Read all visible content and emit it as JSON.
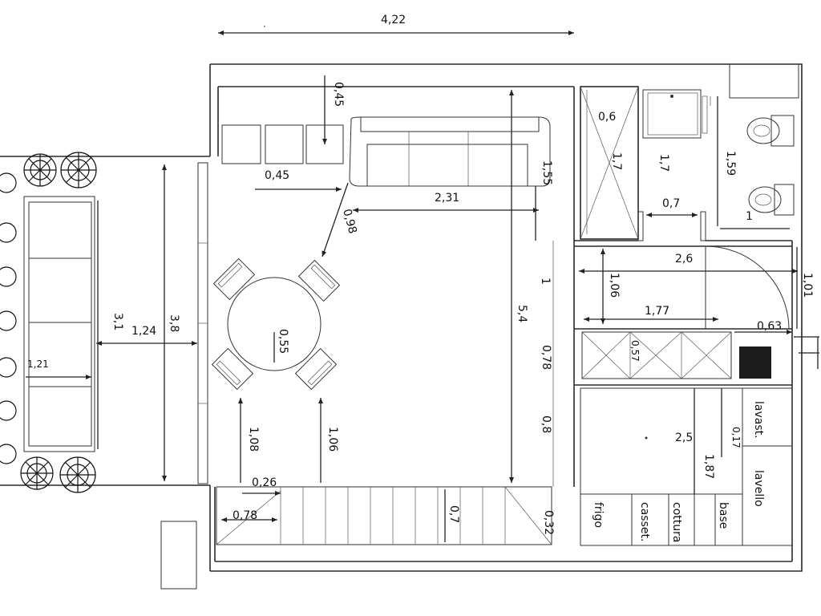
{
  "plan": {
    "dims": {
      "total_width": "4,22",
      "shelf_depth": "0,45",
      "shelf_width": "0,45",
      "sofa_length": "2,31",
      "sofa_gap": "1,55",
      "diag": "0,98",
      "shower_w": "0,6",
      "shower_h": "1,7",
      "basin_h": "1,7",
      "bath_gap": "0,7",
      "wc_h": "1,59",
      "wc_w": "1",
      "hall_w": "2,6",
      "hall_h": "1,06",
      "hall_h2": "1,01",
      "hall_len": "1,77",
      "door_w": "0,63",
      "room_h": "5,4",
      "gap_1": "1",
      "counter_w": "0,57",
      "gap_078": "0,78",
      "gap_08": "0,8",
      "table_d": "0,55",
      "terrace_w": "1,24",
      "terrace_h": "3,8",
      "sofa_h": "3,1",
      "sofa_w": "1,21",
      "table_to_stair_a": "1,08",
      "table_to_stair_b": "1,06",
      "stair_step": "0,26",
      "stair_w": "0,78",
      "stair_h": "0,7",
      "stair_end": "0,32",
      "kitchen_len": "2,5",
      "kitchen_d1": "1,87",
      "kitchen_d2": "0,17"
    },
    "kitchen_units": {
      "dishwasher": "lavast.",
      "sink": "lavello",
      "fridge": "frigo",
      "drawers": "casset.",
      "cooktop": "cottura",
      "base": "base"
    }
  }
}
